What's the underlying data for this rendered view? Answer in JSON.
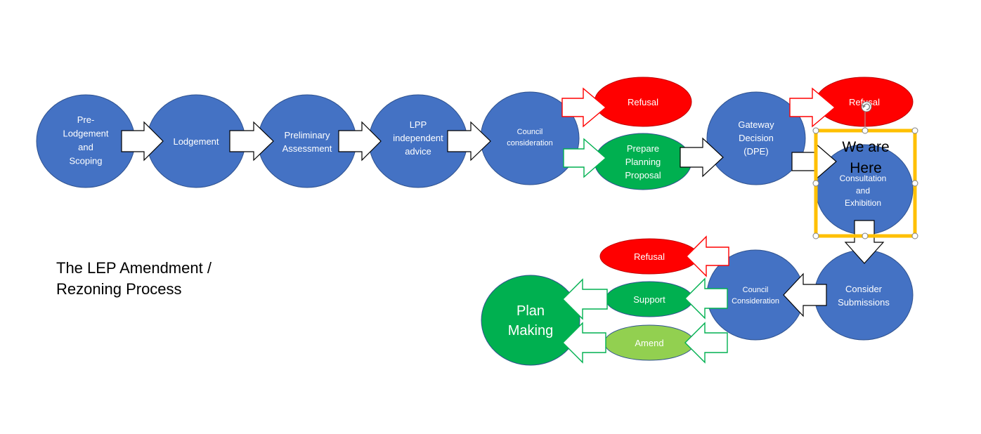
{
  "title": [
    "The LEP Amendment /",
    "Rezoning Process"
  ],
  "colors": {
    "blue": "#4472c4",
    "red": "#ff0000",
    "green": "#00b050",
    "light_green": "#92d050",
    "selection": "#ffc000"
  },
  "nodes": {
    "pre_lodgement": [
      "Pre-",
      "Lodgement",
      "and",
      "Scoping"
    ],
    "lodgement": [
      "Lodgement"
    ],
    "preliminary": [
      "Preliminary",
      "Assessment"
    ],
    "lpp": [
      "LPP",
      "independent",
      "advice"
    ],
    "council_1": [
      "Council",
      "consideration"
    ],
    "refusal_1": [
      "Refusal"
    ],
    "prepare": [
      "Prepare",
      "Planning",
      "Proposal"
    ],
    "gateway": [
      "Gateway",
      "Decision",
      "(DPE)"
    ],
    "refusal_2": [
      "Refusal"
    ],
    "consultation": [
      "Consultation",
      "and",
      "Exhibition"
    ],
    "submissions": [
      "Consider",
      "Submissions"
    ],
    "council_2": [
      "Council",
      "Consideration"
    ],
    "refusal_3": [
      "Refusal"
    ],
    "support": [
      "Support"
    ],
    "amend": [
      "Amend"
    ],
    "plan_making": [
      "Plan",
      "Making"
    ]
  },
  "callout": [
    "We are",
    "Here"
  ]
}
